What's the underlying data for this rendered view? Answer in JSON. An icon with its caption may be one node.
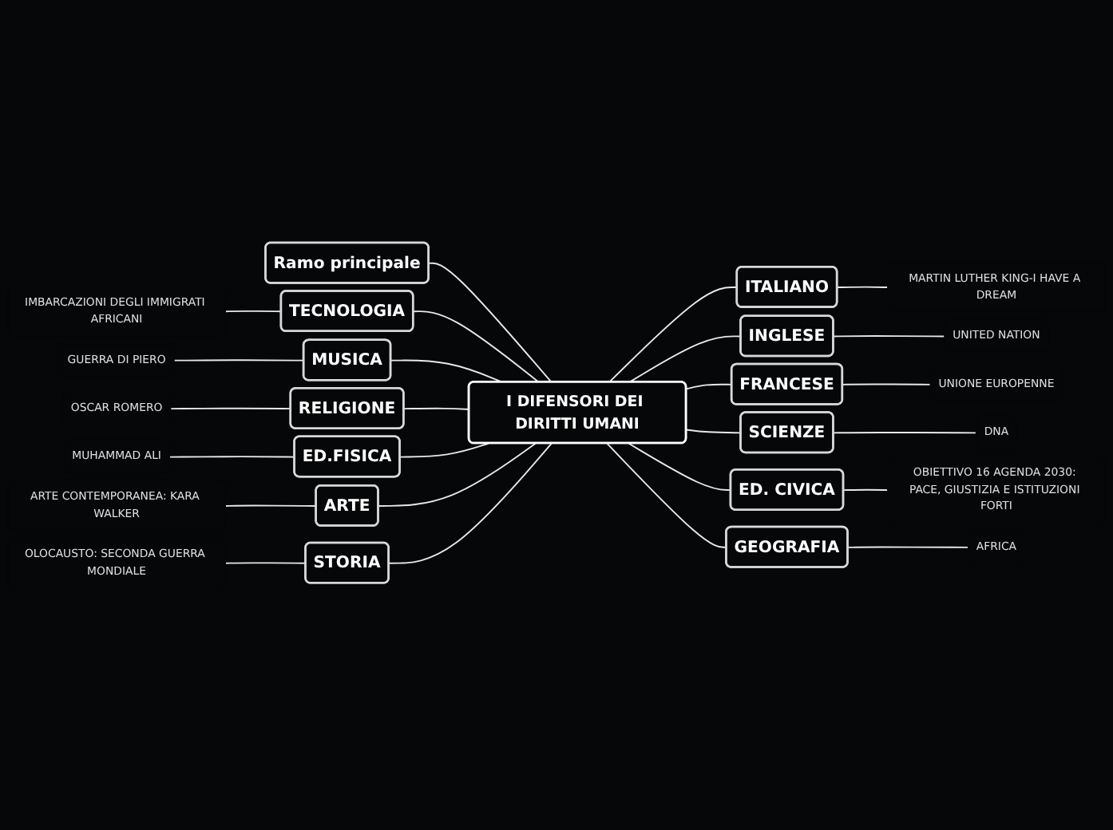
{
  "diagram": {
    "nodes": [
      {
        "text": [
          "I DIFENSORI DEI DIRITTI UMANI"
        ]
      },
      {
        "text": [
          "Ramo principale"
        ]
      },
      {
        "text": [
          "TECNOLOGIA"
        ]
      },
      {
        "text": [
          "IMBARCAZIONI DEGLI IMMIGRATI AFRICANI"
        ]
      },
      {
        "text": [
          "MUSICA"
        ]
      },
      {
        "text": [
          "GUERRA DI PIERO"
        ]
      },
      {
        "text": [
          "RELIGIONE"
        ]
      },
      {
        "text": [
          "OSCAR ROMERO"
        ]
      },
      {
        "text": [
          "ED.FISICA"
        ]
      },
      {
        "text": [
          "MUHAMMAD ALI"
        ]
      },
      {
        "text": [
          "ARTE"
        ]
      },
      {
        "text": [
          "ARTE CONTEMPORANEA: KARA WALKER"
        ]
      },
      {
        "text": [
          "STORIA"
        ]
      },
      {
        "text": [
          "OLOCAUSTO: SECONDA GUERRA MONDIALE"
        ]
      },
      {
        "text": [
          "ITALIANO"
        ]
      },
      {
        "text": [
          "MARTIN LUTHER KING-I HAVE A DREAM"
        ]
      },
      {
        "text": [
          "INGLESE"
        ]
      },
      {
        "text": [
          "UNITED NATION"
        ]
      },
      {
        "text": [
          "FRANCESE"
        ]
      },
      {
        "text": [
          "UNIONE EUROPENNE"
        ]
      },
      {
        "text": [
          "SCIENZE"
        ]
      },
      {
        "text": [
          "DNA"
        ]
      },
      {
        "text": [
          "ED. CIVICA"
        ]
      },
      {
        "text": [
          "OBIETTIVO 16 AGENDA 2030: PACE, GIUSTIZIA E ISTITUZIONI FORTI"
        ]
      },
      {
        "text": [
          "GEOGRAFIA"
        ]
      },
      {
        "text": [
          "AFRICA"
        ]
      }
    ],
    "edges": [
      {
        "from": 0,
        "to": 1,
        "arrow": "none"
      },
      {
        "from": 0,
        "to": 2,
        "arrow": "none"
      },
      {
        "from": 2,
        "to": 3,
        "arrow": "none"
      },
      {
        "from": 0,
        "to": 4,
        "arrow": "none"
      },
      {
        "from": 4,
        "to": 5,
        "arrow": "none"
      },
      {
        "from": 0,
        "to": 6,
        "arrow": "none"
      },
      {
        "from": 6,
        "to": 7,
        "arrow": "none"
      },
      {
        "from": 0,
        "to": 8,
        "arrow": "none"
      },
      {
        "from": 8,
        "to": 9,
        "arrow": "none"
      },
      {
        "from": 0,
        "to": 10,
        "arrow": "none"
      },
      {
        "from": 10,
        "to": 11,
        "arrow": "none"
      },
      {
        "from": 0,
        "to": 12,
        "arrow": "none"
      },
      {
        "from": 12,
        "to": 13,
        "arrow": "none"
      },
      {
        "from": 0,
        "to": 14,
        "arrow": "none"
      },
      {
        "from": 14,
        "to": 15,
        "arrow": "none"
      },
      {
        "from": 0,
        "to": 16,
        "arrow": "none"
      },
      {
        "from": 16,
        "to": 17,
        "arrow": "none"
      },
      {
        "from": 0,
        "to": 18,
        "arrow": "none"
      },
      {
        "from": 18,
        "to": 19,
        "arrow": "none"
      },
      {
        "from": 0,
        "to": 20,
        "arrow": "none"
      },
      {
        "from": 20,
        "to": 21,
        "arrow": "none"
      },
      {
        "from": 0,
        "to": 22,
        "arrow": "none"
      },
      {
        "from": 22,
        "to": 23,
        "arrow": "none"
      },
      {
        "from": 0,
        "to": 24,
        "arrow": "none"
      },
      {
        "from": 24,
        "to": 25,
        "arrow": "none"
      }
    ]
  }
}
